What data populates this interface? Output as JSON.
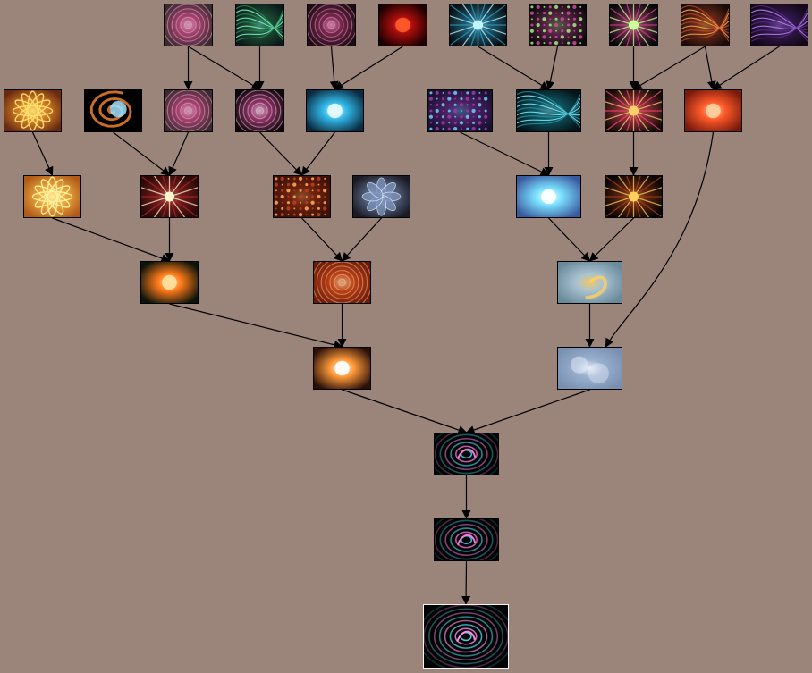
{
  "diagram": {
    "background": "#9b857b",
    "edge_color": "#000000",
    "final_border": "#f4f4f4",
    "nodes": [
      {
        "id": "t1",
        "style": "rings",
        "colors": [
          "#f7b7d8",
          "#c2477f",
          "#3a2a30"
        ]
      },
      {
        "id": "t2",
        "style": "fibers",
        "colors": [
          "#7fffd4",
          "#2e8b57",
          "#0b1a18"
        ]
      },
      {
        "id": "t3",
        "style": "rings",
        "colors": [
          "#ff9fd0",
          "#8c2d5a",
          "#1a0c12"
        ]
      },
      {
        "id": "t4",
        "style": "glow",
        "colors": [
          "#ff5a2a",
          "#a80d0d",
          "#1a0000"
        ]
      },
      {
        "id": "t5",
        "style": "burst",
        "colors": [
          "#bff6ff",
          "#2ea0c8",
          "#0a0d10"
        ]
      },
      {
        "id": "t6",
        "style": "dots",
        "colors": [
          "#9ff07a",
          "#d04aa0",
          "#0a0a0a"
        ]
      },
      {
        "id": "t7",
        "style": "burst",
        "colors": [
          "#caff9a",
          "#d14a8a",
          "#050808"
        ]
      },
      {
        "id": "t8",
        "style": "fibers",
        "colors": [
          "#ffb34a",
          "#c4482a",
          "#1a0c0a"
        ]
      },
      {
        "id": "t9",
        "style": "fibers",
        "colors": [
          "#c08aff",
          "#5a2a8a",
          "#120818"
        ]
      },
      {
        "id": "a1",
        "style": "kaleido",
        "colors": [
          "#ffe070",
          "#e08a2a",
          "#6a2a10"
        ]
      },
      {
        "id": "a2",
        "style": "spiral",
        "colors": [
          "#9fe2ff",
          "#e07a2a",
          "#000000"
        ]
      },
      {
        "id": "a3",
        "style": "rings",
        "colors": [
          "#f7b7d8",
          "#c2477f",
          "#3a2a30"
        ]
      },
      {
        "id": "a4",
        "style": "rings",
        "colors": [
          "#ffd7f0",
          "#b0407f",
          "#0c0609"
        ]
      },
      {
        "id": "a5",
        "style": "glow",
        "colors": [
          "#e8fbff",
          "#32b8e8",
          "#0a2a40"
        ]
      },
      {
        "id": "a6",
        "style": "dots",
        "colors": [
          "#6ad0ff",
          "#9a3ab0",
          "#1a1030"
        ]
      },
      {
        "id": "a7",
        "style": "fibers",
        "colors": [
          "#8ff4ff",
          "#1e9ab0",
          "#041418"
        ]
      },
      {
        "id": "a8",
        "style": "burst",
        "colors": [
          "#ffd06a",
          "#ff4a6a",
          "#120c08"
        ]
      },
      {
        "id": "a9",
        "style": "glow",
        "colors": [
          "#ffd0a0",
          "#ff5a2a",
          "#7a1a0a"
        ]
      },
      {
        "id": "b1",
        "style": "kaleido",
        "colors": [
          "#fff0a0",
          "#f0b040",
          "#b05a1a"
        ]
      },
      {
        "id": "b2",
        "style": "burst",
        "colors": [
          "#fff6d0",
          "#b02a2a",
          "#2a0808"
        ]
      },
      {
        "id": "b3",
        "style": "dots",
        "colors": [
          "#ffb060",
          "#c0401a",
          "#3a1008"
        ]
      },
      {
        "id": "b4",
        "style": "petals",
        "colors": [
          "#e8f0ff",
          "#7a90b8",
          "#1a1a24"
        ]
      },
      {
        "id": "b5",
        "style": "glow",
        "colors": [
          "#ffffff",
          "#7ae0ff",
          "#3a5aa0"
        ]
      },
      {
        "id": "b6",
        "style": "burst",
        "colors": [
          "#ffd05a",
          "#b0401a",
          "#050505"
        ]
      },
      {
        "id": "c1",
        "style": "glow",
        "colors": [
          "#ffe0a0",
          "#ff7a1a",
          "#0a140a"
        ]
      },
      {
        "id": "c2",
        "style": "rings",
        "colors": [
          "#ffd0a0",
          "#d04a1a",
          "#6a1a08"
        ]
      },
      {
        "id": "c3",
        "style": "swirl",
        "colors": [
          "#ffd060",
          "#b0c8d8",
          "#6a8a9a"
        ]
      },
      {
        "id": "d1",
        "style": "glow",
        "colors": [
          "#ffffff",
          "#ff9a3a",
          "#2a1008"
        ]
      },
      {
        "id": "d2",
        "style": "cloud",
        "colors": [
          "#e8eef8",
          "#9ab0d0",
          "#7a90b0"
        ]
      },
      {
        "id": "e1",
        "style": "neon",
        "colors": [
          "#ff7ae0",
          "#3ad0e8",
          "#020404"
        ]
      },
      {
        "id": "f1",
        "style": "neon",
        "colors": [
          "#ff7ae0",
          "#3ad0e8",
          "#020404"
        ]
      },
      {
        "id": "g1",
        "style": "neon",
        "colors": [
          "#ff8ae8",
          "#4ae0f0",
          "#020404"
        ],
        "final": true
      }
    ],
    "edges": [
      [
        "t1",
        "a3"
      ],
      [
        "t1",
        "a4"
      ],
      [
        "t2",
        "a4"
      ],
      [
        "t3",
        "a5"
      ],
      [
        "t4",
        "a5"
      ],
      [
        "t5",
        "a7"
      ],
      [
        "t6",
        "a7"
      ],
      [
        "t7",
        "a8"
      ],
      [
        "t8",
        "a8"
      ],
      [
        "t8",
        "a9"
      ],
      [
        "t9",
        "a9"
      ],
      [
        "a1",
        "b1"
      ],
      [
        "a2",
        "b2"
      ],
      [
        "a3",
        "b2"
      ],
      [
        "a4",
        "b3"
      ],
      [
        "a5",
        "b3"
      ],
      [
        "a6",
        "b5"
      ],
      [
        "a7",
        "b5"
      ],
      [
        "a8",
        "b6"
      ],
      [
        "b2",
        "c1"
      ],
      [
        "b3",
        "c2"
      ],
      [
        "b4",
        "c2"
      ],
      [
        "b5",
        "c3"
      ],
      [
        "b6",
        "c3"
      ],
      [
        "b1",
        "c1"
      ],
      [
        "c1",
        "d1"
      ],
      [
        "c2",
        "d1"
      ],
      [
        "c3",
        "d2"
      ],
      [
        "a9",
        "d2"
      ],
      [
        "d1",
        "e1"
      ],
      [
        "d2",
        "e1"
      ],
      [
        "e1",
        "f1"
      ],
      [
        "f1",
        "g1"
      ]
    ]
  }
}
